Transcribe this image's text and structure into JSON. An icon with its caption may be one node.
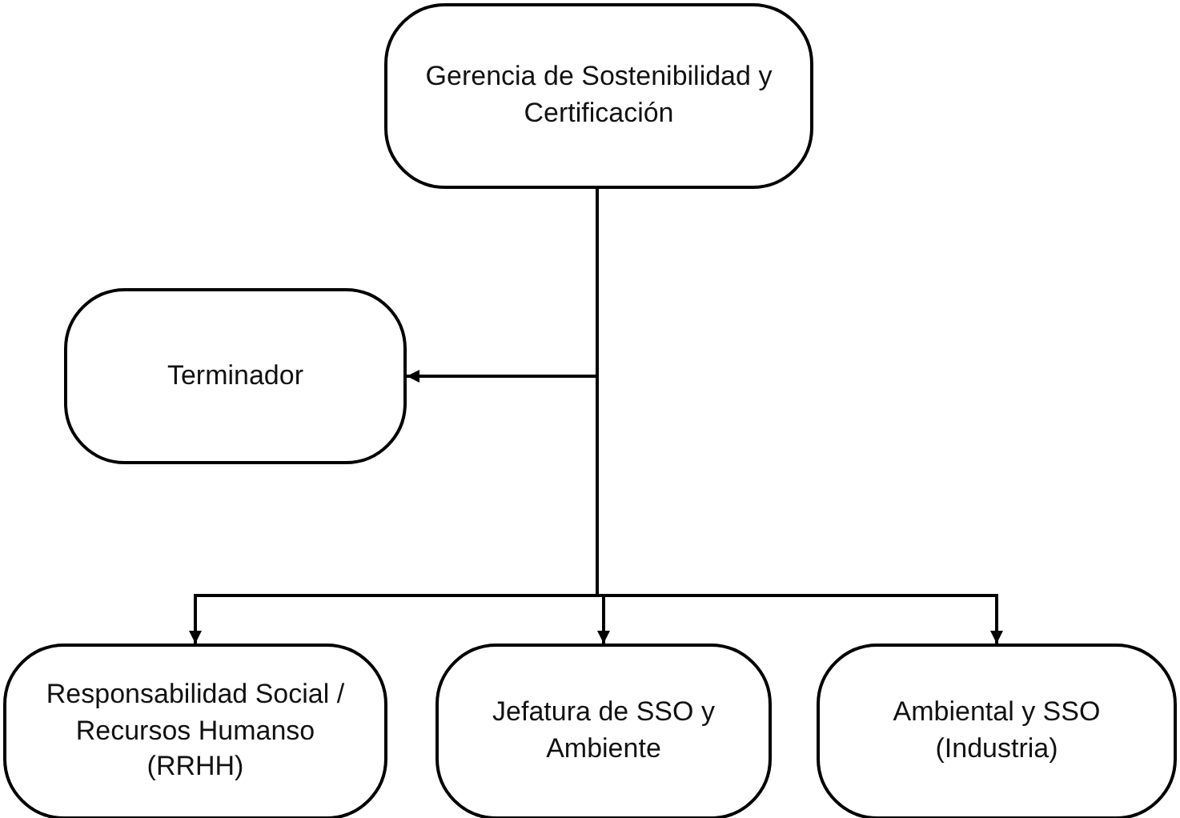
{
  "diagram": {
    "nodes": [
      {
        "text": [
          "Gerencia de Sostenibilidad y Certificación"
        ]
      },
      {
        "text": [
          "Terminador"
        ]
      },
      {
        "text": [
          "Responsabilidad Social / Recursos Humanso (RRHH)"
        ]
      },
      {
        "text": [
          "Jefatura de SSO y Ambiente"
        ]
      },
      {
        "text": [
          "Ambiental y SSO (Industria)"
        ]
      }
    ],
    "edges": [
      {
        "from": 0,
        "to": 1,
        "arrow": "to"
      },
      {
        "from": 0,
        "to": 2,
        "arrow": "to"
      },
      {
        "from": 0,
        "to": 3,
        "arrow": "to"
      },
      {
        "from": 0,
        "to": 4,
        "arrow": "to"
      }
    ]
  }
}
